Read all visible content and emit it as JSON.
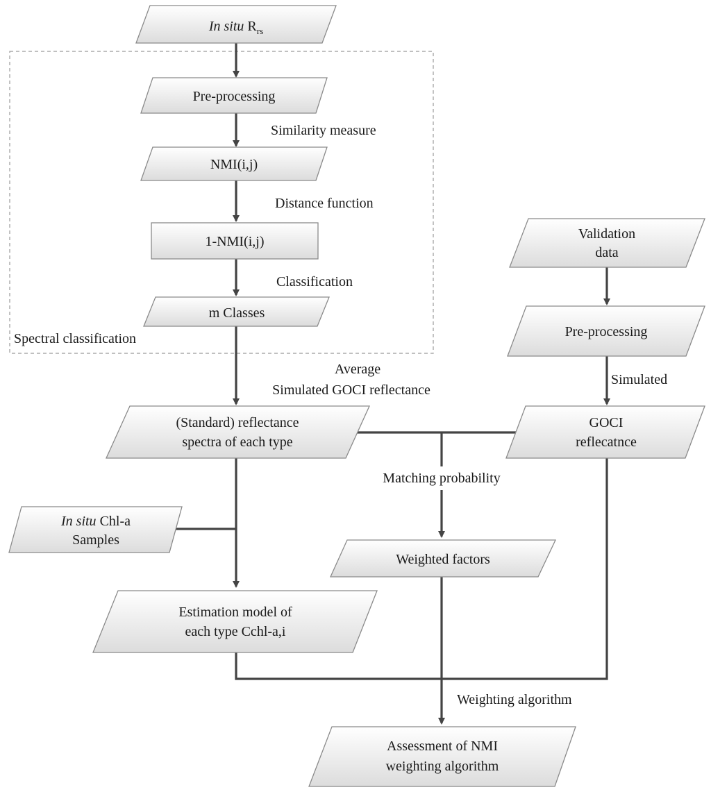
{
  "nodes": {
    "in_situ_rrs": {
      "italic": "In situ",
      "main": "R",
      "sub": "rs"
    },
    "pre_processing_1": {
      "label": "Pre-processing"
    },
    "nmi": {
      "label": "NMI(i,j)"
    },
    "one_minus_nmi": {
      "label": "1-NMI(i,j)"
    },
    "m_classes": {
      "label": "m Classes"
    },
    "validation_data": {
      "line1": "Validation",
      "line2": "data"
    },
    "pre_processing_2": {
      "label": "Pre-processing"
    },
    "standard_spectra": {
      "line1": "(Standard) reflectance",
      "line2": "spectra of each type"
    },
    "goci_reflectance": {
      "line1": "GOCI",
      "line2": "reflecatnce"
    },
    "in_situ_chl": {
      "italic": "In situ",
      "rest": " Chl-a",
      "line2": "Samples"
    },
    "weighted_factors": {
      "label": "Weighted factors"
    },
    "estimation_model": {
      "line1": "Estimation model  of",
      "line2": "each type Cchl-a,i"
    },
    "assessment": {
      "line1": "Assessment of NMI",
      "line2": "weighting algorithm"
    }
  },
  "annotations": {
    "similarity_measure": "Similarity measure",
    "distance_function": "Distance function",
    "classification": "Classification",
    "spectral_classification": "Spectral classification",
    "average": "Average",
    "simulated_goci_reflectance": "Simulated GOCI reflectance",
    "simulated": "Simulated",
    "matching_probability": "Matching  probability",
    "weighting_algorithm": "Weighting algorithm"
  }
}
